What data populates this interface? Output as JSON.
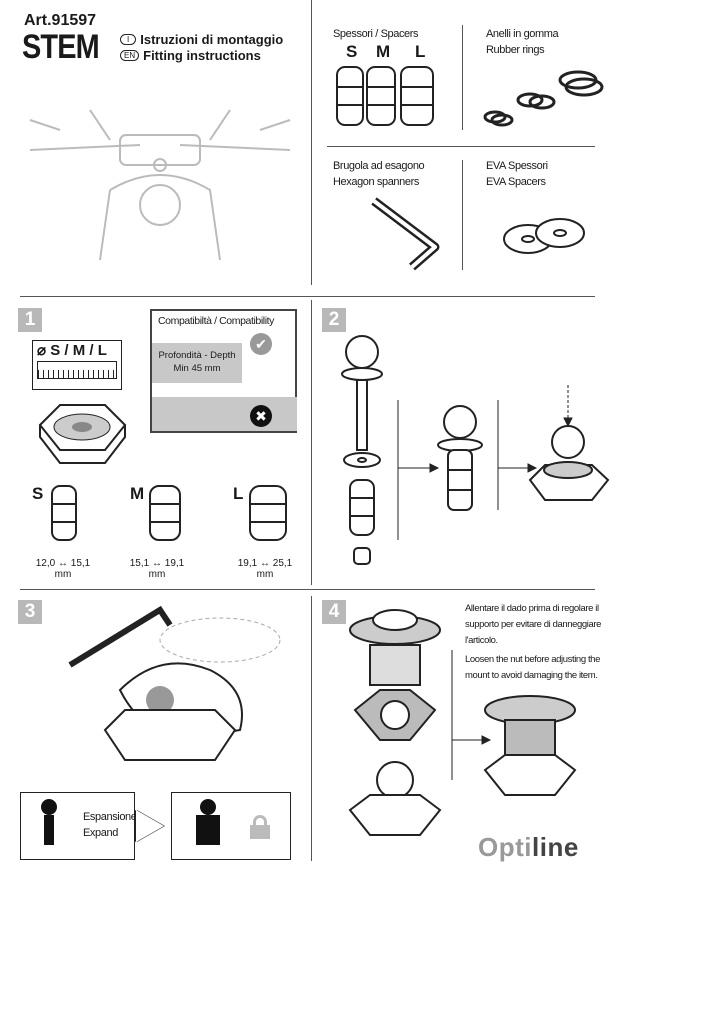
{
  "header": {
    "article": "Art.91597",
    "product": "STEM",
    "lang_it_badge": "I",
    "lang_it_title": "Istruzioni di montaggio",
    "lang_en_badge": "EN",
    "lang_en_title": "Fitting instructions"
  },
  "contents": {
    "spacers_it": "Spessori / Spacers",
    "spacer_sizes": [
      "S",
      "M",
      "L"
    ],
    "rubber_it": "Anelli in gomma",
    "rubber_en": "Rubber rings",
    "spanner_it": "Brugola ad esagono",
    "spanner_en": "Hexagon spanners",
    "eva_it": "EVA Spessori",
    "eva_en": "EVA Spacers"
  },
  "step1": {
    "number": "1",
    "gauge_label": "S / M / L",
    "compat_title": "Compatibiltà / Compatibility",
    "depth_line1": "Profondità - Depth",
    "depth_line2": "Min 45 mm",
    "sizes": [
      {
        "label": "S",
        "range": "12,0 ↔ 15,1",
        "unit": "mm"
      },
      {
        "label": "M",
        "range": "15,1 ↔ 19,1",
        "unit": "mm"
      },
      {
        "label": "L",
        "range": "19,1 ↔ 25,1",
        "unit": "mm"
      }
    ]
  },
  "step2": {
    "number": "2"
  },
  "step3": {
    "number": "3",
    "expand_it": "Espansione",
    "expand_en": "Expand"
  },
  "step4": {
    "number": "4",
    "note_it": "Allentare il dado prima di regolare il supporto per evitare di danneggiare l'articolo.",
    "note_en": "Loosen the nut before adjusting the mount to avoid damaging the item.",
    "brand_a": "Opti",
    "brand_b": "line"
  },
  "colors": {
    "gray": "#b8b8b8",
    "dark": "#1a1a1a"
  }
}
